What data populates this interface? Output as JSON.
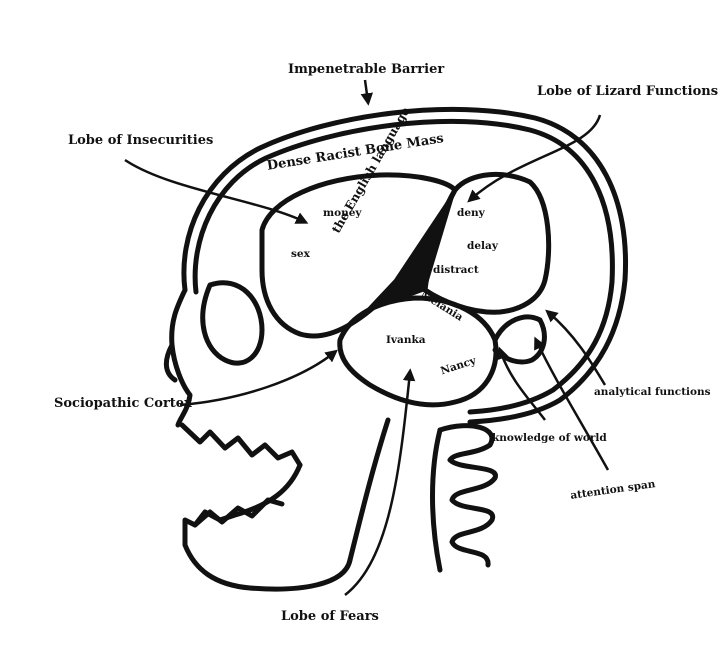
{
  "labels": {
    "impenetrable_barrier": "Impenetrable Barrier",
    "lobe_lizard": "Lobe of Lizard Functions",
    "lobe_insecurities": "Lobe of Insecurities",
    "dense_bone": "Dense Racist Bone Mass",
    "money": "money",
    "sex": "sex",
    "english": "the English language",
    "deny": "deny",
    "delay": "delay",
    "distract": "distract",
    "melania": "Melania",
    "ivanka": "Ivanka",
    "nancy": "Nancy",
    "sociopathic_cortex": "Sociopathic Cortex",
    "analytical_functions": "analytical functions",
    "knowledge_of_world": "knowledge of world",
    "attention_span": "attention span",
    "lobe_fears": "Lobe of Fears"
  },
  "colors": {
    "ink": "#111111",
    "paper": "#ffffff"
  }
}
